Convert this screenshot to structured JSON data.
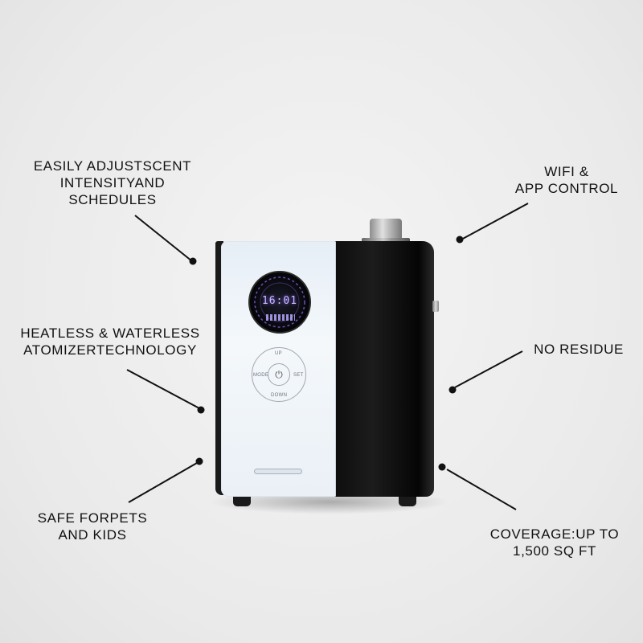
{
  "features": {
    "scent_intensity": {
      "lines": [
        "EASILY ADJUSTSCENT",
        "INTENSITYAND",
        "SCHEDULES"
      ]
    },
    "wifi": {
      "lines": [
        "WIFI &",
        "APP CONTROL"
      ]
    },
    "heatless": {
      "lines": [
        "HEATLESS & WATERLESS",
        "ATOMIZERTECHNOLOGY"
      ]
    },
    "residue": {
      "lines": [
        "NO RESIDUE"
      ]
    },
    "pets": {
      "lines": [
        "SAFE FORPETS",
        "AND KIDS"
      ]
    },
    "coverage": {
      "lines": [
        "COVERAGE:UP TO",
        "1,500 SQ FT"
      ]
    }
  },
  "device": {
    "display_time": "16:01",
    "buttons": {
      "up": "UP",
      "down": "DOWN",
      "mode": "MODE",
      "set": "SET",
      "power_icon": "power-icon"
    }
  },
  "colors": {
    "text": "#111111",
    "display_glow": "#c9b8ff",
    "body_black": "#0c0c0c",
    "panel_white": "#eef3f8"
  }
}
